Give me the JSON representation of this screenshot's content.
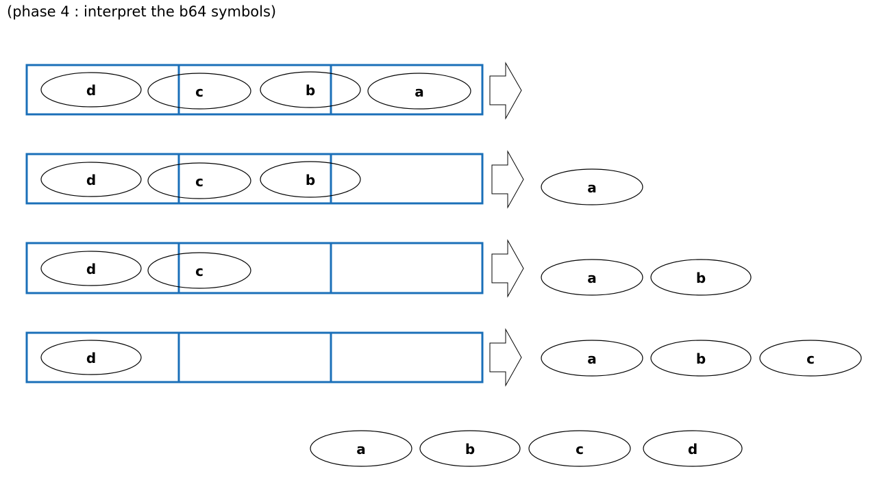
{
  "title": "(phase 4 : interpret the b64 symbols)",
  "colors": {
    "box_border": "#1a6fb8",
    "ellipse_stroke": "#000000",
    "arrow_stroke": "#000000"
  },
  "rows": [
    {
      "in_buffer": [
        "d",
        "c",
        "b",
        "a"
      ],
      "output": []
    },
    {
      "in_buffer": [
        "d",
        "c",
        "b"
      ],
      "output": [
        "a"
      ]
    },
    {
      "in_buffer": [
        "d",
        "c"
      ],
      "output": [
        "a",
        "b"
      ]
    },
    {
      "in_buffer": [
        "d"
      ],
      "output": [
        "a",
        "b",
        "c"
      ]
    }
  ],
  "final_sequence": [
    "a",
    "b",
    "c",
    "d"
  ]
}
